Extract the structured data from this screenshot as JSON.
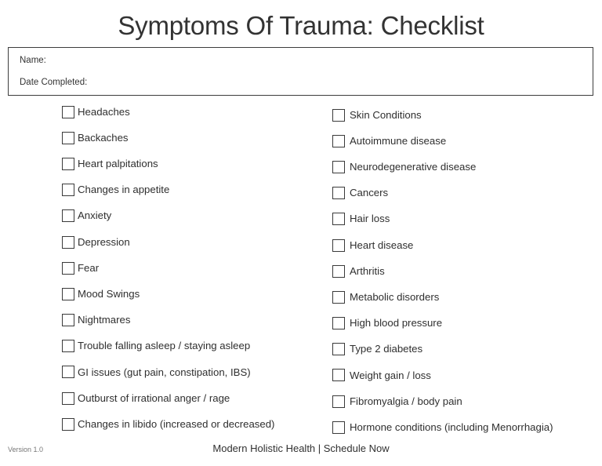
{
  "document": {
    "title": "Symptoms Of Trauma: Checklist"
  },
  "header": {
    "name_label": "Name:",
    "date_label": "Date Completed:"
  },
  "checklist": {
    "left_column": [
      {
        "label": "Headaches",
        "checked": false
      },
      {
        "label": "Backaches",
        "checked": false
      },
      {
        "label": "Heart palpitations",
        "checked": false
      },
      {
        "label": "Changes in appetite",
        "checked": false
      },
      {
        "label": "Anxiety",
        "checked": false
      },
      {
        "label": "Depression",
        "checked": false
      },
      {
        "label": "Fear",
        "checked": false
      },
      {
        "label": "Mood Swings",
        "checked": false
      },
      {
        "label": "Nightmares",
        "checked": false
      },
      {
        "label": "Trouble falling asleep / staying asleep",
        "checked": false
      },
      {
        "label": "GI issues (gut pain, constipation, IBS)",
        "checked": false
      },
      {
        "label": "Outburst of irrational anger / rage",
        "checked": false
      },
      {
        "label": "Changes in libido (increased or decreased)",
        "checked": false
      }
    ],
    "right_column": [
      {
        "label": "Skin Conditions",
        "checked": false
      },
      {
        "label": "Autoimmune disease",
        "checked": false
      },
      {
        "label": "Neurodegenerative disease",
        "checked": false
      },
      {
        "label": "Cancers",
        "checked": false
      },
      {
        "label": "Hair loss",
        "checked": false
      },
      {
        "label": "Heart disease",
        "checked": false
      },
      {
        "label": "Arthritis",
        "checked": false
      },
      {
        "label": "Metabolic disorders",
        "checked": false
      },
      {
        "label": "High blood pressure",
        "checked": false
      },
      {
        "label": "Type 2 diabetes",
        "checked": false
      },
      {
        "label": "Weight gain / loss",
        "checked": false
      },
      {
        "label": "Fibromyalgia / body pain",
        "checked": false
      },
      {
        "label": "Hormone conditions (including Menorrhagia)",
        "checked": false
      }
    ]
  },
  "footer": {
    "version": "Version 1.0",
    "credit": "Modern Holistic Health | Schedule Now"
  },
  "colors": {
    "background": "#ffffff",
    "text": "#333333",
    "border": "#3d3d3d",
    "checkbox_border": "#3a3a3a",
    "muted_text": "#777777"
  }
}
